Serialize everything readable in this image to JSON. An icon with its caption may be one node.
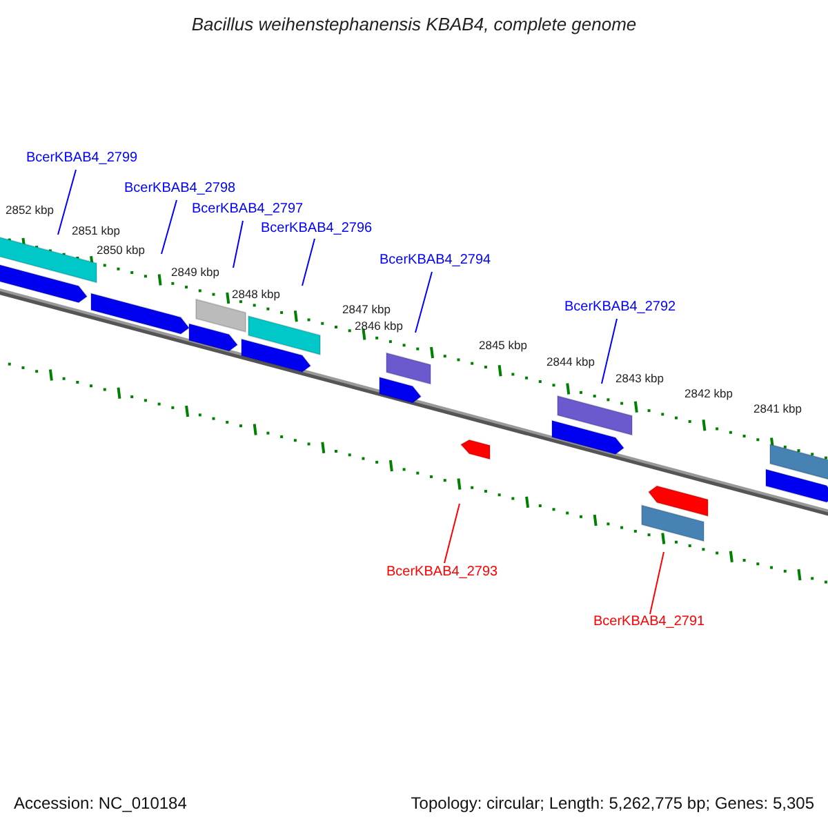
{
  "diagram": {
    "title": "Bacillus weihenstephanensis KBAB4, complete genome",
    "nodes": [
      {
        "text": [
          "BcerKBAB4_2799"
        ]
      },
      {
        "text": [
          "BcerKBAB4_2798"
        ]
      },
      {
        "text": [
          "BcerKBAB4_2797"
        ]
      },
      {
        "text": [
          "BcerKBAB4_2796"
        ]
      },
      {
        "text": [
          "BcerKBAB4_2794"
        ]
      },
      {
        "text": [
          "BcerKBAB4_2792"
        ]
      },
      {
        "text": [
          "BcerKBAB4_2793"
        ]
      },
      {
        "text": [
          "BcerKBAB4_2791"
        ]
      }
    ],
    "edges": [
      {
        "from": 0,
        "to": null,
        "arrow": "none"
      },
      {
        "from": 1,
        "to": null,
        "arrow": "none"
      },
      {
        "from": 2,
        "to": null,
        "arrow": "none"
      },
      {
        "from": 3,
        "to": null,
        "arrow": "none"
      },
      {
        "from": 4,
        "to": null,
        "arrow": "none"
      },
      {
        "from": 5,
        "to": null,
        "arrow": "none"
      },
      {
        "from": 6,
        "to": null,
        "arrow": "none",
        "color": "#ff0000"
      },
      {
        "from": 7,
        "to": null,
        "arrow": "none",
        "color": "#ff0000"
      }
    ],
    "labels": [
      "2852 kbp",
      "2851 kbp",
      "2850 kbp",
      "2849 kbp",
      "2848 kbp",
      "2847 kbp",
      "2846 kbp",
      "2845 kbp",
      "2844 kbp",
      "2843 kbp",
      "2842 kbp",
      "2841 kbp",
      "Accession: NC_010184",
      "Topology: circular; Length: 5,262,775 bp; Genes: 5,305"
    ]
  }
}
